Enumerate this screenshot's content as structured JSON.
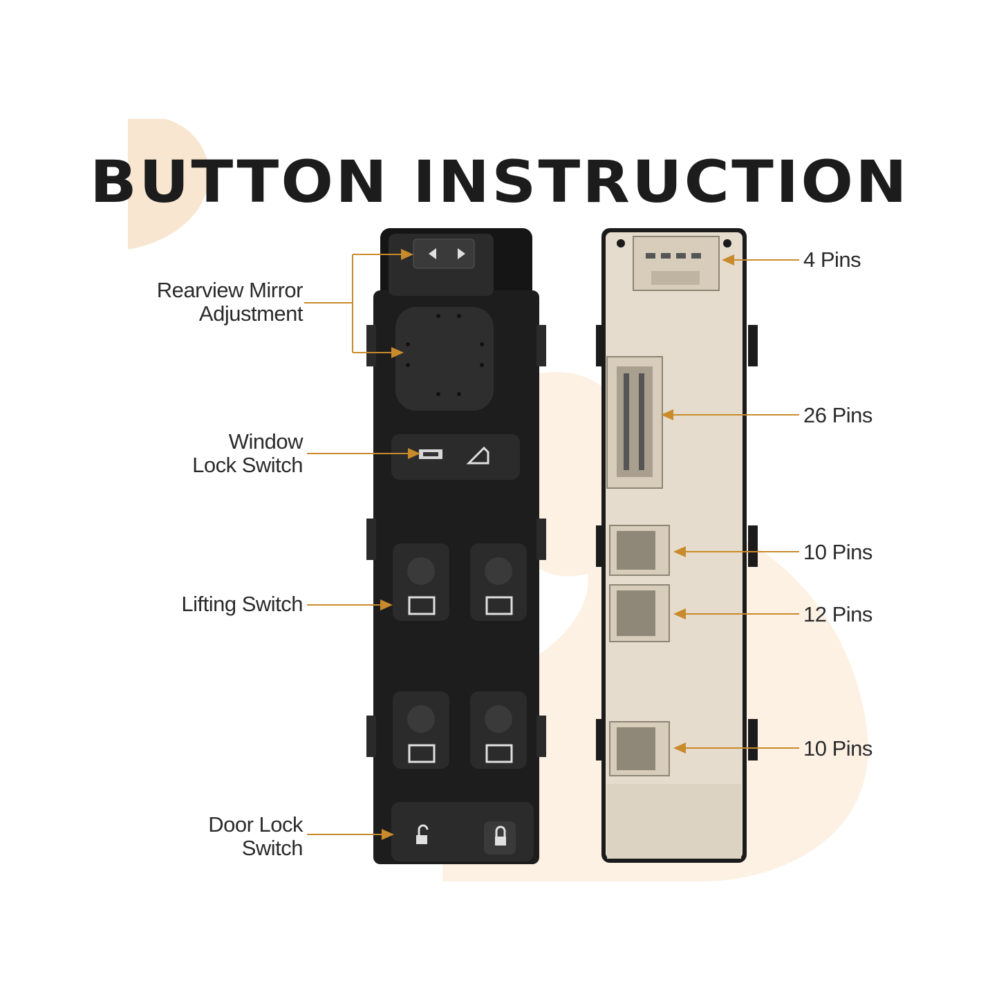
{
  "title": "BUTTON INSTRUCTION",
  "colors": {
    "accent": "#c98a2b",
    "background_shape": "#fbeee0",
    "panel_front": "#1b1b1b",
    "panel_back": "#e5dccd"
  },
  "left_labels": {
    "mirror_line1": "Rearview Mirror",
    "mirror_line2": "Adjustment",
    "window_lock_line1": "Window",
    "window_lock_line2": "Lock Switch",
    "lifting": "Lifting Switch",
    "door_lock_line1": "Door Lock",
    "door_lock_line2": "Switch"
  },
  "right_labels": {
    "connector_1": "4 Pins",
    "connector_2": "26 Pins",
    "connector_3": "10 Pins",
    "connector_4": "12 Pins",
    "connector_5": "10 Pins"
  },
  "icons": [
    "arrow-left-icon",
    "arrow-right-icon",
    "window-lock-icon",
    "window-lift-icon",
    "unlock-icon",
    "lock-icon"
  ]
}
